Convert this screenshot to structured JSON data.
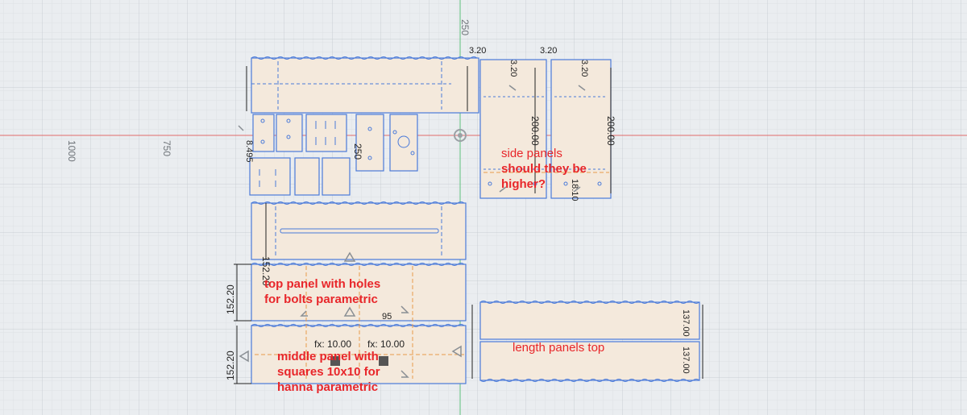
{
  "rulers": {
    "r1000": "1000",
    "r750": "750",
    "r250": "250"
  },
  "notes": {
    "side_panels": "side panels",
    "should_higher": "should they be\nhigher?",
    "top_panel": "top panel with holes\nfor bolts parametric",
    "middle_panel": "middle panel with\nsquares 10x10 for\nhanna parametric",
    "length_panels": "length panels top"
  },
  "dimensions": {
    "d_152_a": "152.20",
    "d_152_b": "152.20",
    "d_152_c": "152.20",
    "d_200_a": "200.00",
    "d_200_b": "200.00",
    "d_250": "250",
    "d_8495": "8.495",
    "d_320_a": "3.20",
    "d_320_b": "3.20",
    "d_320_c": "3.20",
    "d_320_d": "3.20",
    "d_fx1": "fx: 10.00",
    "d_fx2": "fx: 10.00",
    "d_1810": "18.10",
    "d_13700": "137.00",
    "d_13700b": "137.00",
    "d_95": "95"
  },
  "colors": {
    "background": "#eaedf0",
    "panel_fill": "#f4e9dc",
    "panel_stroke": "#4a7ad9",
    "note_text": "#e8262a",
    "axis_red": "#e06a6a",
    "axis_green": "#5cc07a",
    "dim_orange": "#e99a4a"
  }
}
